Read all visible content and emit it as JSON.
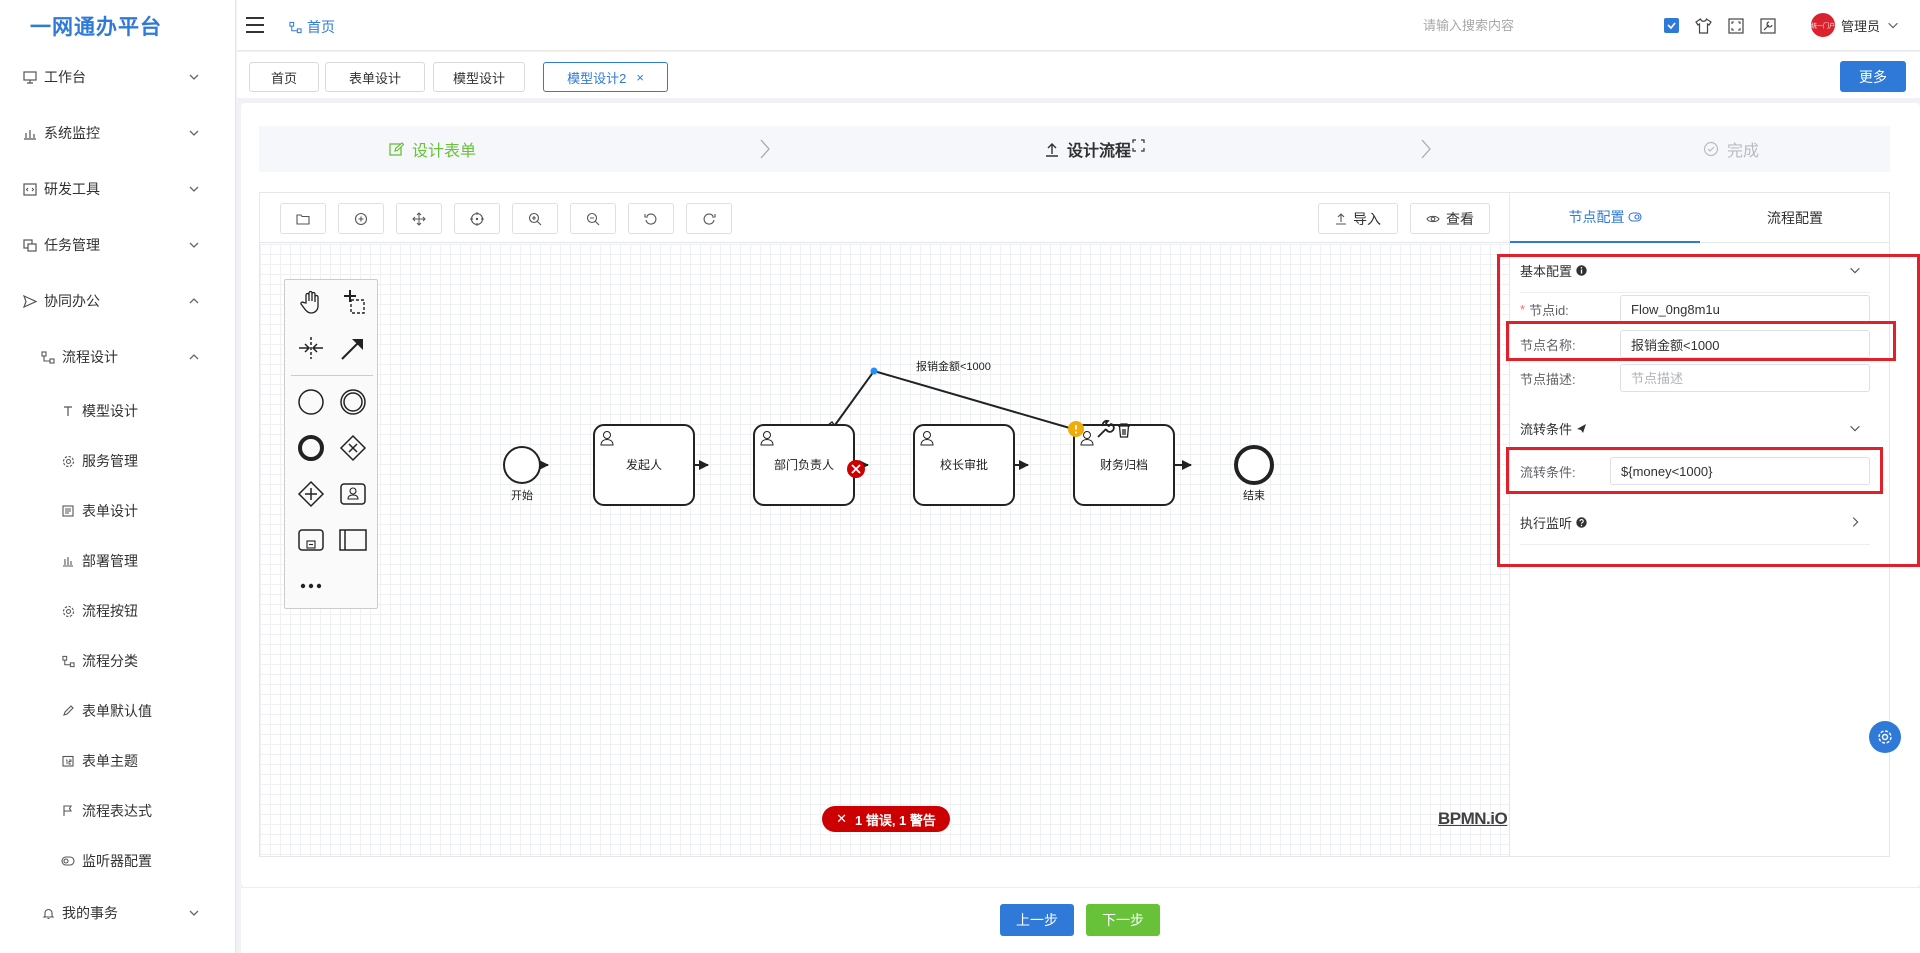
{
  "app": {
    "title": "一网通办平台"
  },
  "header": {
    "breadcrumb": "首页",
    "search_placeholder": "请输入搜索内容",
    "user": "管理员",
    "avatar_text": "统一门户"
  },
  "sidebar": {
    "items": [
      {
        "label": "工作台",
        "icon": "monitor-icon",
        "expanded": false
      },
      {
        "label": "系统监控",
        "icon": "monitor-chart-icon",
        "expanded": false
      },
      {
        "label": "研发工具",
        "icon": "code-icon",
        "expanded": false
      },
      {
        "label": "任务管理",
        "icon": "task-icon",
        "expanded": false
      },
      {
        "label": "协同办公",
        "icon": "send-icon",
        "expanded": true
      },
      {
        "label": "流程设计",
        "icon": "flow-icon",
        "expanded": true
      },
      {
        "label": "模型设计",
        "icon": "text-icon"
      },
      {
        "label": "服务管理",
        "icon": "gear-icon"
      },
      {
        "label": "表单设计",
        "icon": "form-icon"
      },
      {
        "label": "部署管理",
        "icon": "bar-chart-icon"
      },
      {
        "label": "流程按钮",
        "icon": "gear-icon"
      },
      {
        "label": "流程分类",
        "icon": "flow-icon"
      },
      {
        "label": "表单默认值",
        "icon": "edit-icon"
      },
      {
        "label": "表单主题",
        "icon": "calendar-icon"
      },
      {
        "label": "流程表达式",
        "icon": "flag-icon"
      },
      {
        "label": "监听器配置",
        "icon": "toggle-icon"
      },
      {
        "label": "我的事务",
        "icon": "bell-icon",
        "expanded": false
      }
    ]
  },
  "tabs": [
    {
      "label": "首页",
      "active": false
    },
    {
      "label": "表单设计",
      "active": false
    },
    {
      "label": "模型设计",
      "active": false
    },
    {
      "label": "模型设计2",
      "active": true,
      "closable": true
    }
  ],
  "more_label": "更多",
  "steps": [
    {
      "label": "设计表单",
      "state": "done"
    },
    {
      "label": "设计流程",
      "state": "current"
    },
    {
      "label": "完成",
      "state": "pending"
    }
  ],
  "toolbar": {
    "import_label": "导入",
    "view_label": "查看"
  },
  "diagram": {
    "start_label": "开始",
    "end_label": "结束",
    "tasks": [
      "发起人",
      "部门负责人",
      "校长审批",
      "财务归档"
    ],
    "flow_label": "报销金额<1000",
    "error_badge": "1 错误, 1 警告",
    "logo": "BPMN.iO"
  },
  "panel": {
    "tabs": [
      "节点配置",
      "流程配置"
    ],
    "basic_section": "基本配置",
    "node_id_label": "节点id:",
    "node_id_value": "Flow_0ng8m1u",
    "node_name_label": "节点名称:",
    "node_name_value": "报销金额<1000",
    "node_desc_label": "节点描述:",
    "node_desc_placeholder": "节点描述",
    "condition_section": "流转条件",
    "condition_label": "流转条件:",
    "condition_value": "${money<1000}",
    "listener_section": "执行监听"
  },
  "footer": {
    "prev_label": "上一步",
    "next_label": "下一步"
  },
  "colors": {
    "primary": "#2f7ad8",
    "success": "#67c23a",
    "error": "#cc0000",
    "highlight": "#e0202a"
  }
}
